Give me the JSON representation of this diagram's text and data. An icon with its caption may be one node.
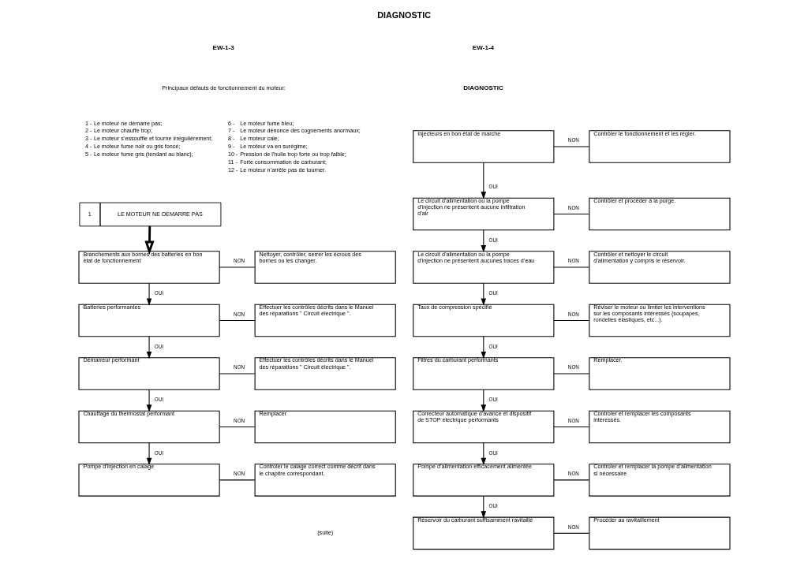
{
  "diagram": {
    "title": "DIAGNOSTIC",
    "nodes": [
      {
        "text": [
          "1",
          "LE MOTEUR NE DEMARRE PAS"
        ]
      },
      {
        "text": [
          "Branchements aux bornes des batteries en bon état de fonctionnement"
        ]
      },
      {
        "text": [
          "Nettoyer, contrôler, serrer les écrous des bornes ou les changer."
        ]
      },
      {
        "text": [
          "Batteries performantes"
        ]
      },
      {
        "text": [
          "Effectuer les contrôles décrits dans le Manuel des réparations \" Circuit électrique \"."
        ]
      },
      {
        "text": [
          "Démarreur performant"
        ]
      },
      {
        "text": [
          "Effectuer les contrôles décrits dans le Manuel des réparations \" Circuit électrique \"."
        ]
      },
      {
        "text": [
          "Chauffage du thermostat performant"
        ]
      },
      {
        "text": [
          "Remplacer"
        ]
      },
      {
        "text": [
          "Pompe d’injection en calage"
        ]
      },
      {
        "text": [
          "Controler le calage correct comme décrit dans le chapitre correspondant."
        ]
      },
      {
        "text": [
          "Injecteurs en bon état de marche"
        ]
      },
      {
        "text": [
          "Contrôler le fonctionnement et les régler."
        ]
      },
      {
        "text": [
          "Le circuit d’alimentation ou la pompe d’injection ne présentent aucune infiltration d’air"
        ]
      },
      {
        "text": [
          "Contrôler et procéder à la purge."
        ]
      },
      {
        "text": [
          "Le circuit d’alimentation ou la pompe d’injection ne présentent aucunes traces d’eau"
        ]
      },
      {
        "text": [
          "Contrôler et nettoyer le circuit d’alimentation y compris le réservoir."
        ]
      },
      {
        "text": [
          "Taux de compression spécifié"
        ]
      },
      {
        "text": [
          "Réviser le moteur ou limiter les interventions sur les composants intéressés (soupapes, rondelles élastiques, etc...)."
        ]
      },
      {
        "text": [
          "Filtres du carburant performants"
        ]
      },
      {
        "text": [
          "Remplacer."
        ]
      },
      {
        "text": [
          "Correcteur automatique d’avance et dispositif de STOP électrique performants"
        ]
      },
      {
        "text": [
          "Controler et remplacer les composants intéressés."
        ]
      },
      {
        "text": [
          "Pompe d’alimentation efficacement alimentée"
        ]
      },
      {
        "text": [
          "Controler et remplacer la pompe d’alimentation si nécessaire"
        ]
      },
      {
        "text": [
          "Réservoir du carburant suffisamment ravitaillé"
        ]
      },
      {
        "text": [
          "Procéder au ravitaillement"
        ]
      }
    ],
    "edges": [
      {
        "from": 0,
        "to": 1,
        "arrow": "to",
        "style": "thick"
      },
      {
        "from": 1,
        "to": 2,
        "arrow": "none",
        "label": "NON"
      },
      {
        "from": 1,
        "to": 3,
        "arrow": "to",
        "label": "OUI"
      },
      {
        "from": 3,
        "to": 4,
        "arrow": "none",
        "label": "NON"
      },
      {
        "from": 3,
        "to": 5,
        "arrow": "to",
        "label": "OUI"
      },
      {
        "from": 5,
        "to": 6,
        "arrow": "none",
        "label": "NON"
      },
      {
        "from": 5,
        "to": 7,
        "arrow": "to",
        "label": "OUI"
      },
      {
        "from": 7,
        "to": 8,
        "arrow": "none",
        "label": "NON"
      },
      {
        "from": 7,
        "to": 9,
        "arrow": "to",
        "label": "OUI"
      },
      {
        "from": 9,
        "to": 10,
        "arrow": "none",
        "label": "NON"
      },
      {
        "from": 11,
        "to": 12,
        "arrow": "none",
        "label": "NON"
      },
      {
        "from": 11,
        "to": 13,
        "arrow": "to",
        "label": "OUI"
      },
      {
        "from": 13,
        "to": 14,
        "arrow": "none",
        "label": "NON"
      },
      {
        "from": 13,
        "to": 15,
        "arrow": "to",
        "label": "OUI"
      },
      {
        "from": 15,
        "to": 16,
        "arrow": "none",
        "label": "NON"
      },
      {
        "from": 15,
        "to": 17,
        "arrow": "to",
        "label": "OUI"
      },
      {
        "from": 17,
        "to": 18,
        "arrow": "none",
        "label": "NON"
      },
      {
        "from": 17,
        "to": 19,
        "arrow": "to",
        "label": "OUI"
      },
      {
        "from": 19,
        "to": 20,
        "arrow": "none",
        "label": "NON"
      },
      {
        "from": 19,
        "to": 21,
        "arrow": "to",
        "label": "OUI"
      },
      {
        "from": 21,
        "to": 22,
        "arrow": "none",
        "label": "NON"
      },
      {
        "from": 21,
        "to": 23,
        "arrow": "to",
        "label": "OUI"
      },
      {
        "from": 23,
        "to": 24,
        "arrow": "none",
        "label": "NON"
      },
      {
        "from": 23,
        "to": 25,
        "arrow": "to",
        "label": "OUI"
      },
      {
        "from": 25,
        "to": 26,
        "arrow": "none",
        "label": "NON"
      }
    ],
    "labels": [
      "EW-1-3",
      "Principaux défauts de fonctionnement du moteur:",
      "1 -",
      "Le moteur ne démarre pas;",
      "2 -",
      "Le moteur chauffe trop;",
      "3 -",
      "Le moteur s’essouffle et tourne irrégulièrement;",
      "4 -",
      "Le moteur fume noir ou gris foncé;",
      "5 -",
      "Le moteur fume gris (tendant au blanc);",
      "6 -",
      "Le moteur fume bleu;",
      "7 -",
      "Le moteur dénonce des cognements anormaux;",
      "8 -",
      "Le moteur cale;",
      "9 -",
      "Le moteur va en surégime;",
      "10 -",
      "Pression de l’huile trop forte ou trop faible;",
      "11 -",
      "Forte consommation de carburant;",
      "12 -",
      "Le moteur n’arrête pas de tourner.",
      "(suite)",
      "EW-1-4",
      "DIAGNOSTIC"
    ]
  }
}
